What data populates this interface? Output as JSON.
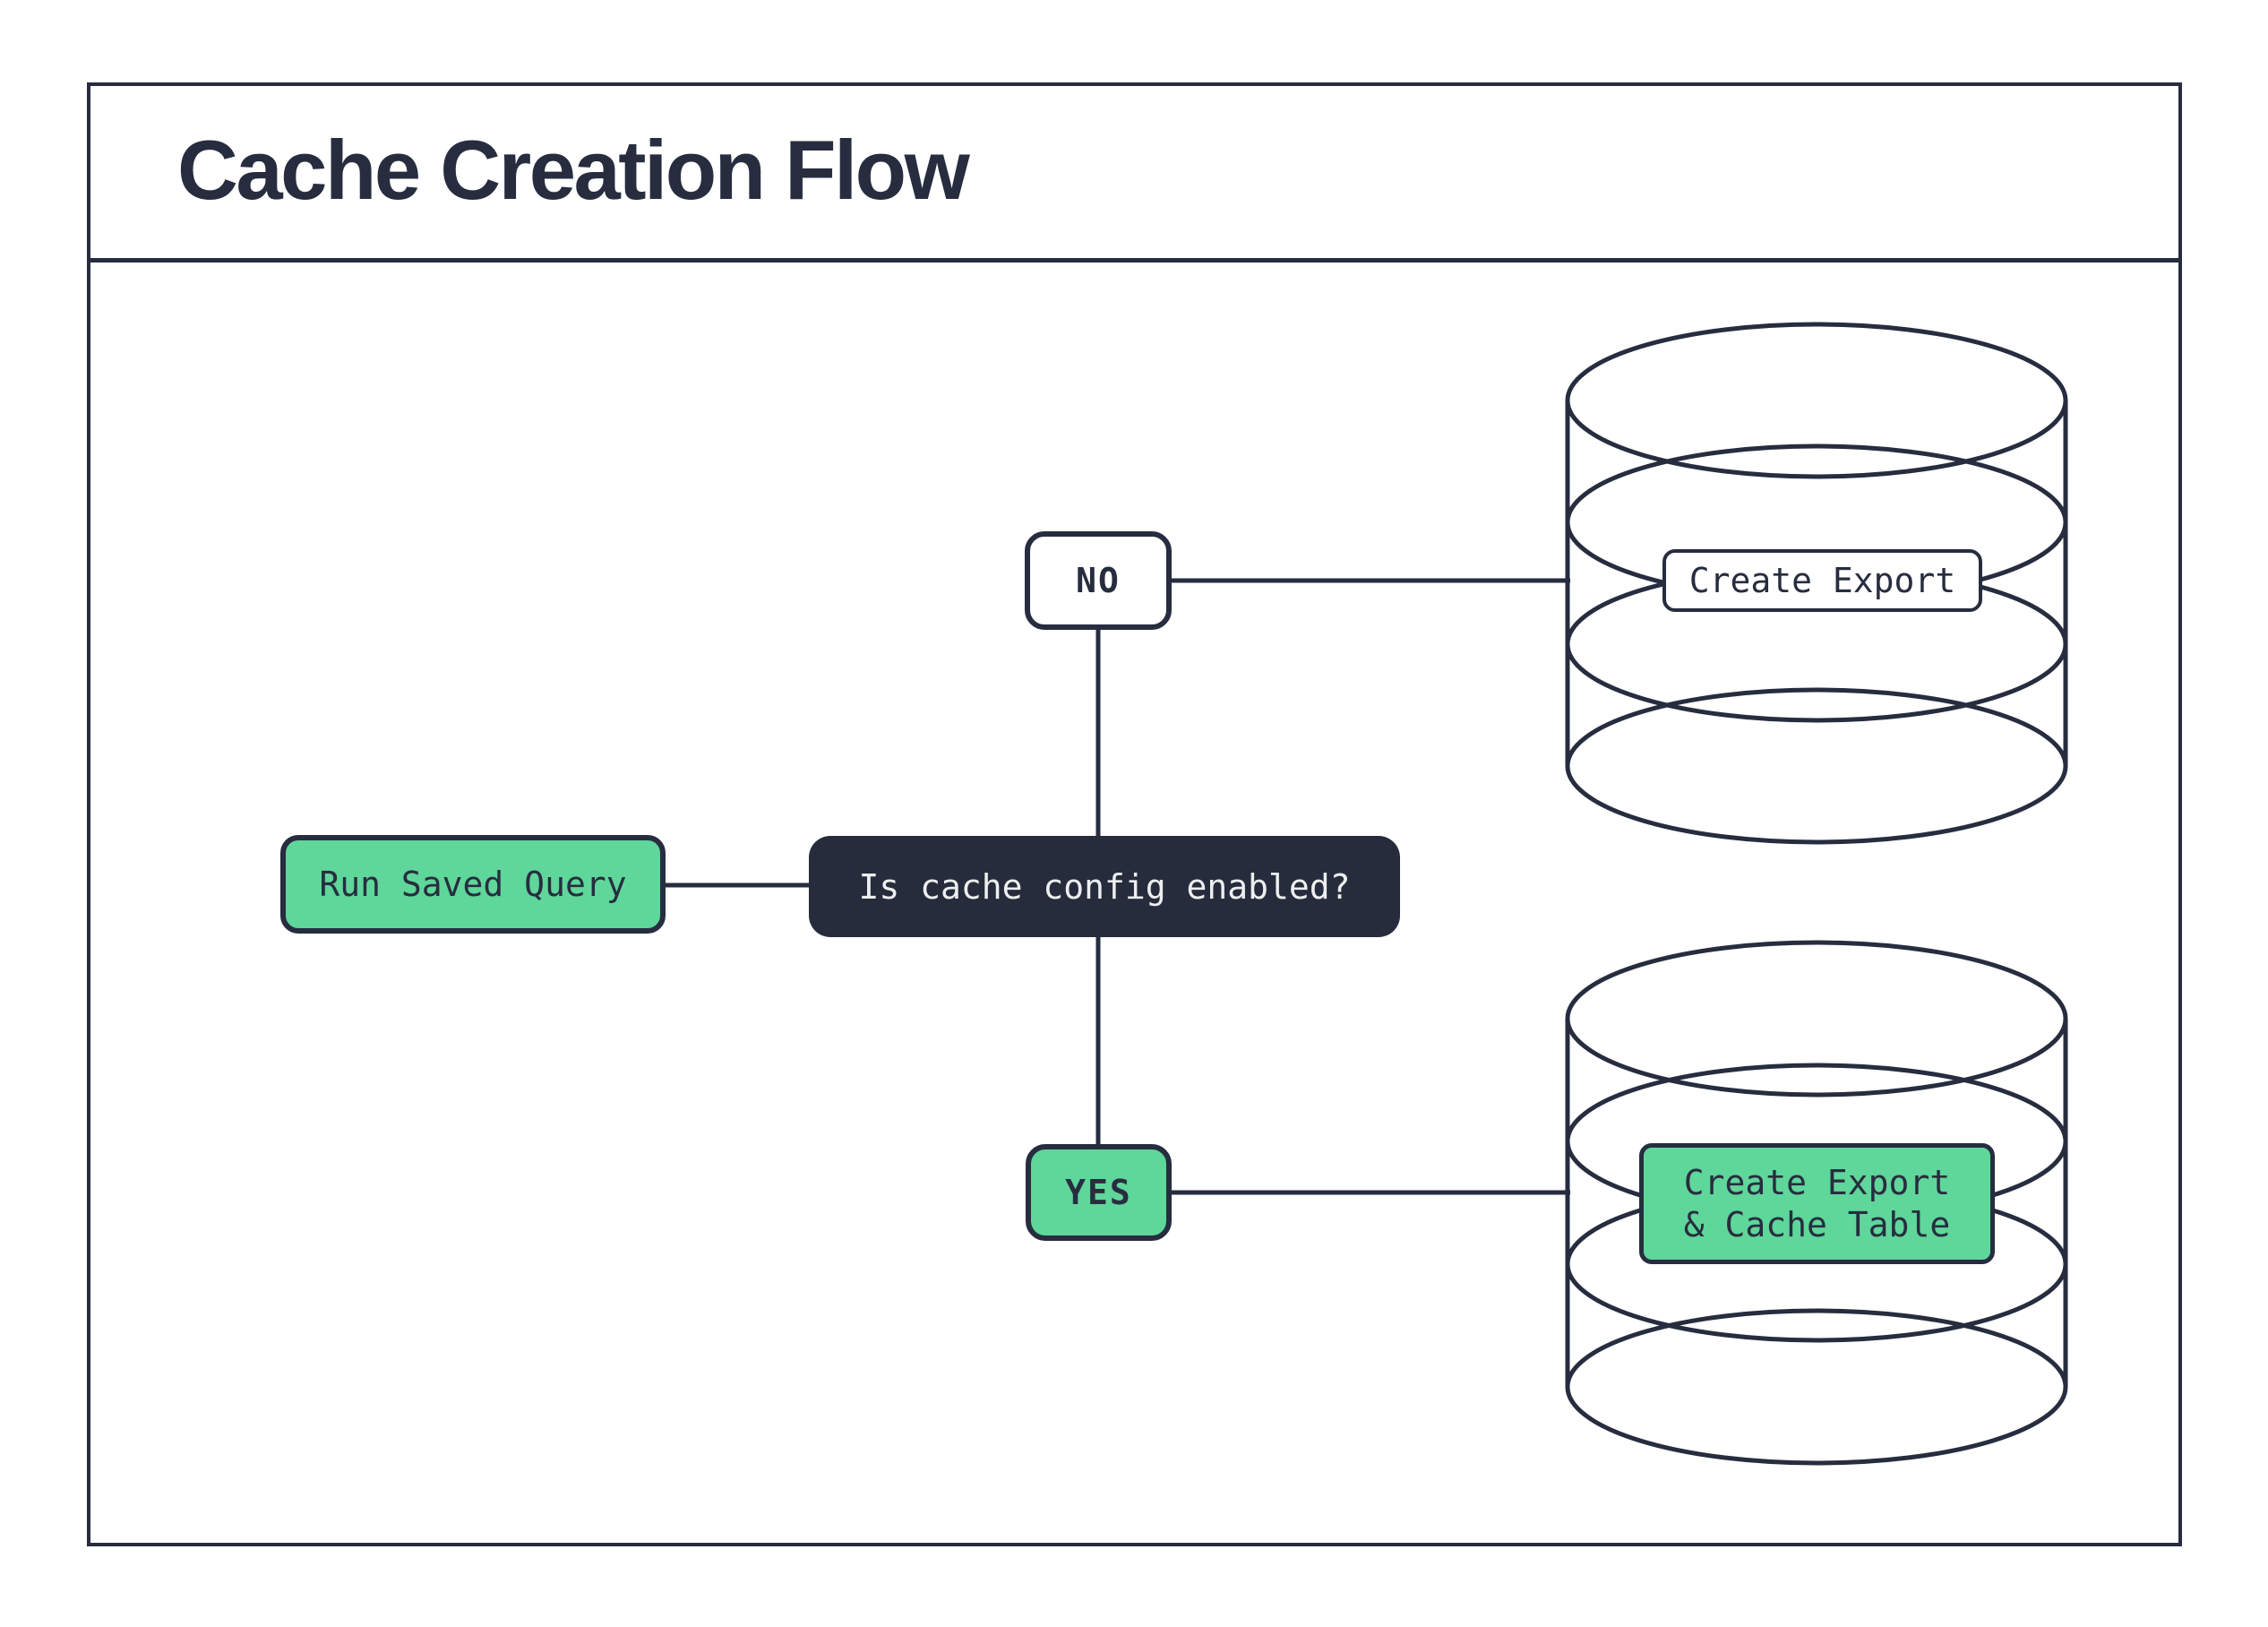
{
  "header": {
    "title": "Cache Creation Flow"
  },
  "colors": {
    "ink": "#272D3F",
    "accent_green": "#5FD69A",
    "decision_fill": "#272C3C",
    "decision_text": "#EDEEF0",
    "background": "#FFFFFF"
  },
  "diagram": {
    "start_node": {
      "label": "Run Saved Query"
    },
    "decision_node": {
      "label": "Is cache config enabled?"
    },
    "no_branch": {
      "label": "NO",
      "action": {
        "label": "Create Export"
      },
      "target_icon": "database-icon"
    },
    "yes_branch": {
      "label": "YES",
      "action": {
        "label_line1": "Create Export",
        "label_line2": "& Cache Table"
      },
      "target_icon": "database-icon"
    }
  }
}
